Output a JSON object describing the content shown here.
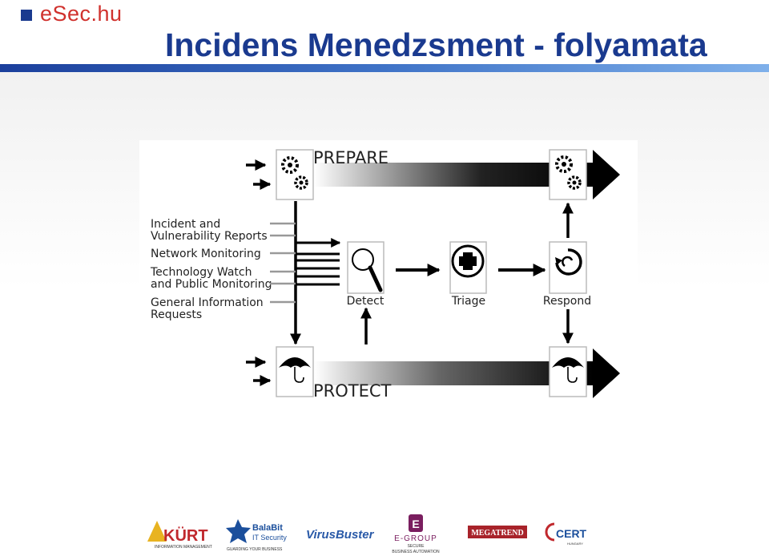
{
  "header": {
    "brand": "eSec.hu",
    "title": "Incidens Menedzsment - folyamata"
  },
  "diagram": {
    "prepare_label": "PREPARE",
    "protect_label": "PROTECT",
    "inputs": [
      "Incident and",
      "Vulnerability Reports",
      "Network Monitoring",
      "Technology Watch",
      "and Public Monitoring",
      "General Information",
      "Requests"
    ],
    "steps": {
      "detect": "Detect",
      "triage": "Triage",
      "respond": "Respond"
    },
    "icons": {
      "prepare_start": "gears-icon",
      "prepare_end": "gears-icon",
      "detect": "magnifier-icon",
      "triage": "medical-cross-icon",
      "respond": "cycle-icon",
      "protect_start": "umbrella-icon",
      "protect_end": "umbrella-icon"
    }
  },
  "sponsors": {
    "kurt": {
      "name": "KÜRT",
      "tagline": "INFORMATION MANAGEMENT",
      "color": "#c0282d"
    },
    "balabit": {
      "name1": "BalaBit",
      "name2": "IT Security",
      "tagline": "GUARDING YOUR BUSINESS",
      "color": "#1b4f9c"
    },
    "virusbuster": {
      "name": "VirusBuster",
      "color": "#2a5aa8"
    },
    "egroup": {
      "name": "E-GROUP",
      "tagline1": "SECURE",
      "tagline2": "BUSINESS AUTOMATION",
      "color": "#7a1e5f"
    },
    "megatrend": {
      "name": "MEGATREND",
      "color": "#a8232a"
    },
    "cert": {
      "name": "CERT",
      "sub": "HUNGARY",
      "color": "#1b4f9c"
    }
  }
}
